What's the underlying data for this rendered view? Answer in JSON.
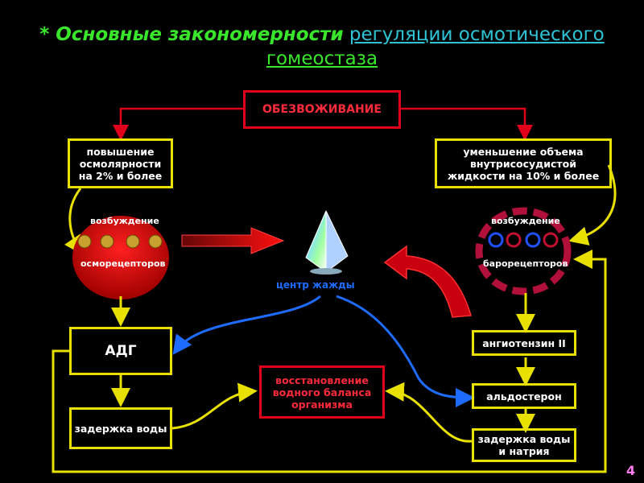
{
  "title": {
    "part1": "* Основные закономерности",
    "part2": "регуляции осмотического",
    "part3": "гомеостаза"
  },
  "boxes": {
    "dehydration": "ОБЕЗВОЖИВАНИЕ",
    "osmolarity": "повышение осмолярности на 2% и более",
    "volume": "уменьшение объема внутрисосудистой жидкости на 10% и более",
    "adh": "АДГ",
    "water_retention": "задержка воды",
    "restoration": "восстановление водного баланса организма",
    "angiotensin": "ангиотензин II",
    "aldosterone": "альдостерон",
    "water_sodium": "задержка воды и натрия"
  },
  "labels": {
    "osmo_top": "возбуждение",
    "osmo_bottom": "осморецепторов",
    "baro_top": "возбуждение",
    "baro_bottom": "барорецепторов",
    "center": "центр жажды"
  },
  "page_number": "4",
  "colors": {
    "yellow": "#e8e000",
    "red": "#e0001a",
    "blue": "#1e6cff",
    "green": "#39e62b"
  }
}
